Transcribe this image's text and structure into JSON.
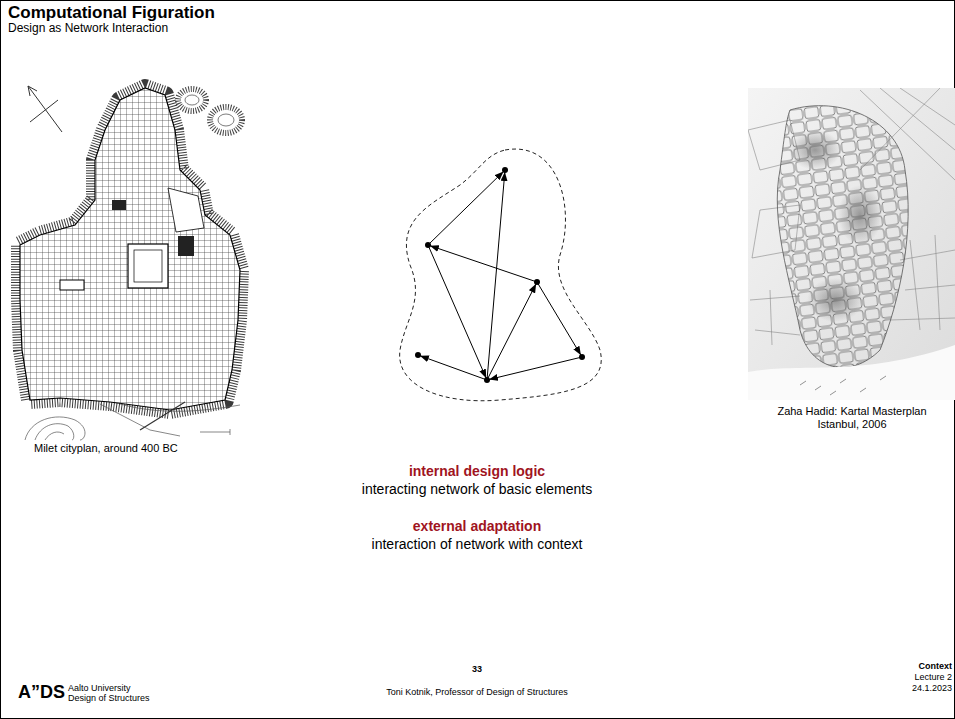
{
  "diagram": {
    "title": "Computational Figuration",
    "labels": [
      "Design as Network Interaction",
      "Milet cityplan, around 400 BC",
      "Zaha Hadid: Kartal Masterplan Istanbul, 2006",
      "internal design logic",
      "interacting network of basic elements",
      "external adaptation",
      "interaction of network with context",
      "A”DS",
      "Aalto University",
      "Design of Structures",
      "33",
      "Toni Kotnik, Professor of Design of Structures",
      "Context",
      "Lecture 2",
      "24.1.2023"
    ]
  }
}
